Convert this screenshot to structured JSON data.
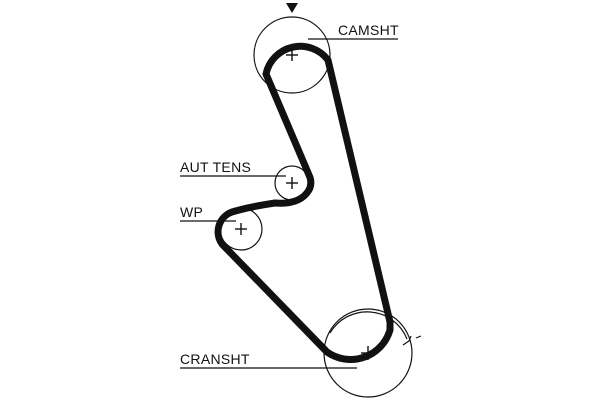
{
  "labels": {
    "camshaft": "CAMSHT",
    "auto_tensioner": "AUT TENS",
    "water_pump": "WP",
    "crankshaft": "CRANSHT"
  },
  "colors": {
    "line": "#111111",
    "background": "#ffffff"
  }
}
